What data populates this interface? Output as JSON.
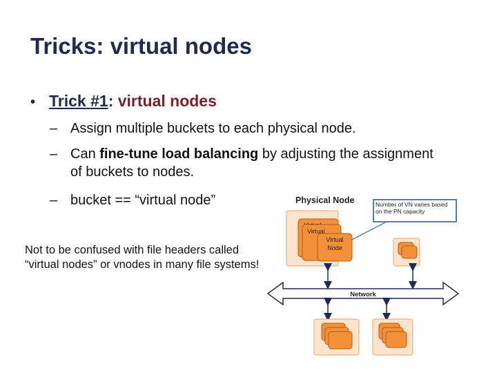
{
  "slide": {
    "title": "Tricks: virtual nodes",
    "bullet": {
      "marker": "•",
      "trick": "Trick #1",
      "sep": ": ",
      "rest": "virtual nodes"
    },
    "sub_bullets": [
      {
        "dash": "–",
        "pre": "Assign multiple buckets to each physical node.",
        "bold": "",
        "post": ""
      },
      {
        "dash": "–",
        "pre": "Can ",
        "bold": "fine-tune load balancing",
        "post": " by adjusting the assignment of buckets to nodes."
      },
      {
        "dash": "–",
        "pre": "bucket == “virtual node”",
        "bold": "",
        "post": ""
      }
    ],
    "note": "Not to be confused with file headers called “virtual nodes” or vnodes in many file systems!"
  },
  "diagram": {
    "physical_node_label": "Physical Node",
    "callout": "Number of VN varies based on the PN capacity",
    "virtual_node_label": "Virtual Node",
    "virtual_back_label": "Virtual",
    "network_label": "Network",
    "colors": {
      "pn_fill": "#fbe3cc",
      "pn_stroke": "#e9a36a",
      "vn_fill": "#f2913a",
      "vn_stroke": "#b35a10",
      "callout_stroke": "#4f7ec0",
      "arrow": "#1e2b57"
    }
  }
}
